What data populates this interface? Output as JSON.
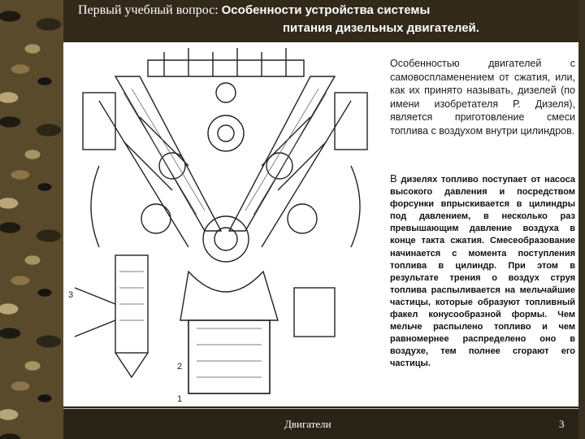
{
  "header": {
    "title_part1": "Первый учебный вопрос: ",
    "title_part2": "Особенности устройства системы",
    "title_line2": "питания дизельных двигателей."
  },
  "content": {
    "paragraph1": "Особенностью двигателей с самовоспламенением от сжатия, или, как их принято называть, дизелей (по имени изобретателя Р. Дизеля), является приготовление смеси топлива с воздухом внутри цилиндров.",
    "paragraph2_lead": "В",
    "paragraph2": " дизелях топливо поступает от насоса высокого давления и посредством форсунки впрыскивается в цилиндры под давлением, в несколько раз превышающим давление воздуха в конце такта сжатия. Смесеобразование начинается с момента поступления топлива в цилиндр. При этом в результате трения о воздух струя топлива распыливается на мельчайшие частицы, которые образуют топливный факел конусообразной формы. Чем мельче распылено топливо и чем равномернее распределено оно в воздухе, тем полнее сгорают его частицы."
  },
  "figure": {
    "labels": [
      "1",
      "2",
      "3"
    ]
  },
  "footer": {
    "title": "Двигатели",
    "page_number": "3"
  }
}
